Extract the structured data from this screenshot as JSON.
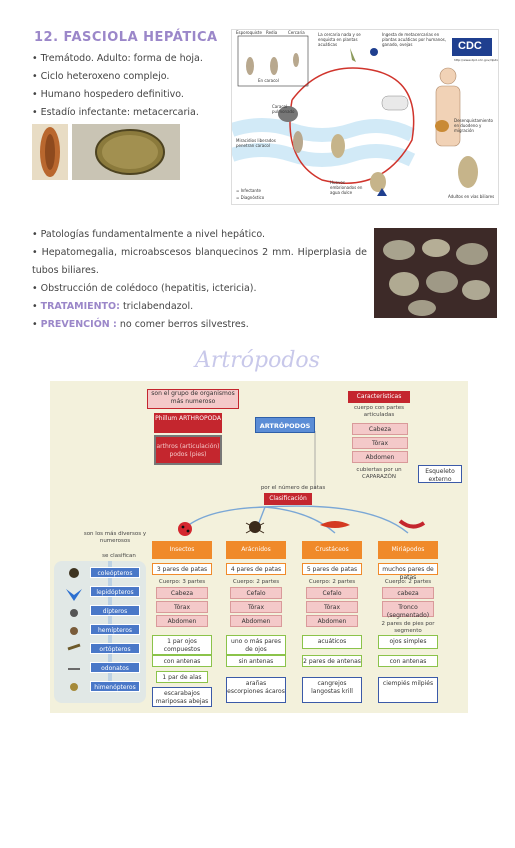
{
  "section_title": "12. FASCIOLA HEPÁTICA",
  "bullets_top": [
    "• Tremátodo. Adulto: forma de hoja.",
    "• Ciclo heteroxeno complejo.",
    "• Humano hospedero definitivo.",
    "• Estadío infectante: metacercaria."
  ],
  "cycle_labels": {
    "cdc": "CDC",
    "en_caracol": "En caracol",
    "esporoquiste": "Esporoquiste",
    "redia": "Redia",
    "cercaria": "Cercaria",
    "cercaria_note": "La cercaria nada y se enquista en plantas acuáticas",
    "ingesta": "Ingesta de metacercarias en plantas acuáticas por humanos, ganado, ovejas",
    "desenquistamiento": "Desenquistamiento en duodeno y migración",
    "adultos": "Adultos en vías biliares",
    "huevos_emb": "Huevos embrionados en agua dulce",
    "miracidios": "Miracidios liberados penetran caracol",
    "caracol_pul": "Caracol pulmonado",
    "infectante": "= Infectante",
    "diagnostico": "= Diagnóstico",
    "url": "http://www.dpd.cdc.gov/dpdx"
  },
  "bullets_bottom": [
    {
      "pre": "• Patologías fundamentalmente a nivel hepático.",
      "hl": "",
      "post": ""
    },
    {
      "pre": "• Hepatomegalia, microabscesos blanquecinos 2 mm. Hiperplasia de tubos biliares.",
      "hl": "",
      "post": ""
    },
    {
      "pre": "• Obstrucción de colédoco (hepatitis, ictericia).",
      "hl": "",
      "post": ""
    },
    {
      "pre": "• ",
      "hl": "TRATAMIENTO:",
      "post": " triclabendazol."
    },
    {
      "pre": "• ",
      "hl": "PREVENCIÓN :",
      "post": " no comer berros silvestres."
    }
  ],
  "subtitle": "Artrópodos",
  "map": {
    "grupo": "son el grupo de organismos más numeroso",
    "phylum": "Phillum ARTHROPODA",
    "etimologia": "arthros (articulación) podos (pies)",
    "artropodos": "ARTRÓPODOS",
    "caracteristicas": "Características",
    "cuerpo_partes": "cuerpo con partes articuladas",
    "cabeza": "Cabeza",
    "torax": "Tórax",
    "abdomen": "Abdomen",
    "cubiertas": "cubiertas por un CAPARAZÓN",
    "esqueleto": "Esqueleto externo",
    "por_numero": "por el número de patas",
    "clasificacion": "Clasificación",
    "diversos": "son los más diversos y numerosos",
    "se_clasifican": "se clasifican",
    "ordenes": [
      "coleópteros",
      "lepidópteros",
      "dípteros",
      "hemípteros",
      "ortópteros",
      "odonatos",
      "himenópteros"
    ],
    "columns": [
      {
        "name": "Insectos",
        "patas": "3 pares de patas",
        "cuerpo": "Cuerpo: 3 partes",
        "parts": [
          "Cabeza",
          "Tórax",
          "Abdomen"
        ],
        "ojos": "1 par ojos compuestos",
        "antenas": "con antenas",
        "alas": "1 par de alas",
        "ejemplos": "escarabajos mariposas abejas"
      },
      {
        "name": "Arácnidos",
        "patas": "4 pares de patas",
        "cuerpo": "Cuerpo: 2 partes",
        "parts": [
          "Cefalo",
          "Tórax",
          "Abdomen"
        ],
        "ojos": "uno o más pares de ojos",
        "antenas": "sin antenas",
        "alas": "",
        "ejemplos": "arañas escorpiones ácaros"
      },
      {
        "name": "Crustáceos",
        "patas": "5 pares de patas",
        "cuerpo": "Cuerpo: 2 partes",
        "parts": [
          "Cefalo",
          "Tórax",
          "Abdomen"
        ],
        "ojos": "acuáticos",
        "antenas": "2 pares de antenas",
        "alas": "",
        "ejemplos": "cangrejos langostas krill"
      },
      {
        "name": "Miriápodos",
        "patas": "muchos pares de patas",
        "cuerpo": "Cuerpo: 2 partes",
        "parts": [
          "cabeza",
          "Tronco (segmentado)"
        ],
        "ojos": "ojos simples",
        "antenas": "con antenas",
        "alas": "",
        "ejemplos": "ciempiés milpiés",
        "extra": "2 pares de pies por segmento"
      }
    ]
  },
  "colors": {
    "accent": "#9b87c9",
    "red": "#c4262e",
    "orange": "#f08a2a",
    "pink": "#f4c9c9",
    "map_bg": "#f3f1dc"
  }
}
